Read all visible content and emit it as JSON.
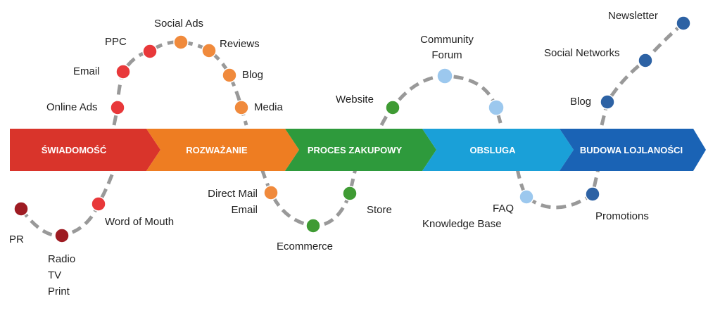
{
  "stages": [
    {
      "label": "ŚWIADOMOŚĆ",
      "color": "#d9342b"
    },
    {
      "label": "ROZWAŻANIE",
      "color": "#ee7d22"
    },
    {
      "label": "PROCES ZAKUPOWY",
      "color": "#2e9a3c"
    },
    {
      "label": "OBSLUGA",
      "color": "#1aa0d8"
    },
    {
      "label": "BUDOWA LOJLANOŚCI",
      "color": "#1a63b5"
    }
  ],
  "touchpoints": {
    "pr": "PR",
    "radio": "Radio",
    "tv": "TV",
    "print": "Print",
    "word_of_mouth": "Word of Mouth",
    "online_ads": "Online Ads",
    "email_top": "Email",
    "ppc": "PPC",
    "social_ads": "Social Ads",
    "reviews": "Reviews",
    "blog_orange": "Blog",
    "media": "Media",
    "direct_mail": "Direct Mail",
    "email_bottom": "Email",
    "ecommerce": "Ecommerce",
    "store": "Store",
    "website": "Website",
    "community": "Community",
    "forum": "Forum",
    "faq": "FAQ",
    "knowledge_base": "Knowledge Base",
    "promotions": "Promotions",
    "blog_blue": "Blog",
    "social_networks": "Social Networks",
    "newsletter": "Newsletter"
  },
  "colors": {
    "dark_red": "#9e1b22",
    "red": "#e8383a",
    "orange": "#f08a3c",
    "green": "#3f9b34",
    "light_blue": "#9cc8ee",
    "dark_blue": "#2d62a4",
    "dash": "#999999"
  }
}
